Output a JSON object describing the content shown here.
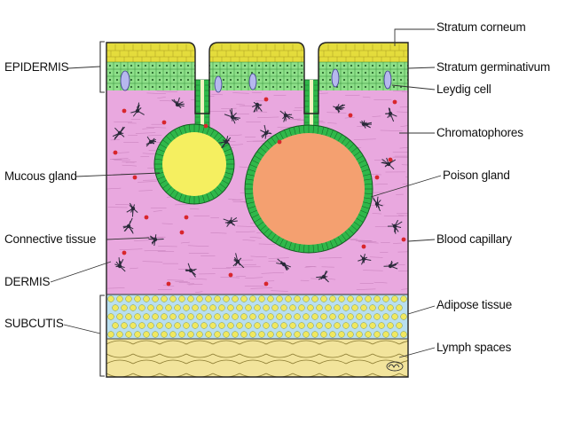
{
  "labels": {
    "epidermis": "EPIDERMIS",
    "mucous_gland": "Mucous gland",
    "connective_tissue": "Connective tissue",
    "dermis": "DERMIS",
    "subcutis": "SUBCUTIS",
    "stratum_corneum": "Stratum corneum",
    "stratum_germinativum": "Stratum germinativum",
    "leydig_cell": "Leydig cell",
    "chromatophores": "Chromatophores",
    "poison_gland": "Poison gland",
    "blood_capillary": "Blood capillary",
    "adipose_tissue": "Adipose tissue",
    "lymph_spaces": "Lymph spaces"
  },
  "colors": {
    "stratum_corneum": "#e4dc3c",
    "germinativum": "#8fe08a",
    "dermis": "#e9a8df",
    "gland_wall": "#2fb84a",
    "mucous_gland": "#f5ef60",
    "poison_gland": "#f4a070",
    "blood": "#d8262c",
    "chromatophore": "#2a2a3a",
    "adipose": "#b9dff0",
    "lymph": "#f2e49c"
  }
}
